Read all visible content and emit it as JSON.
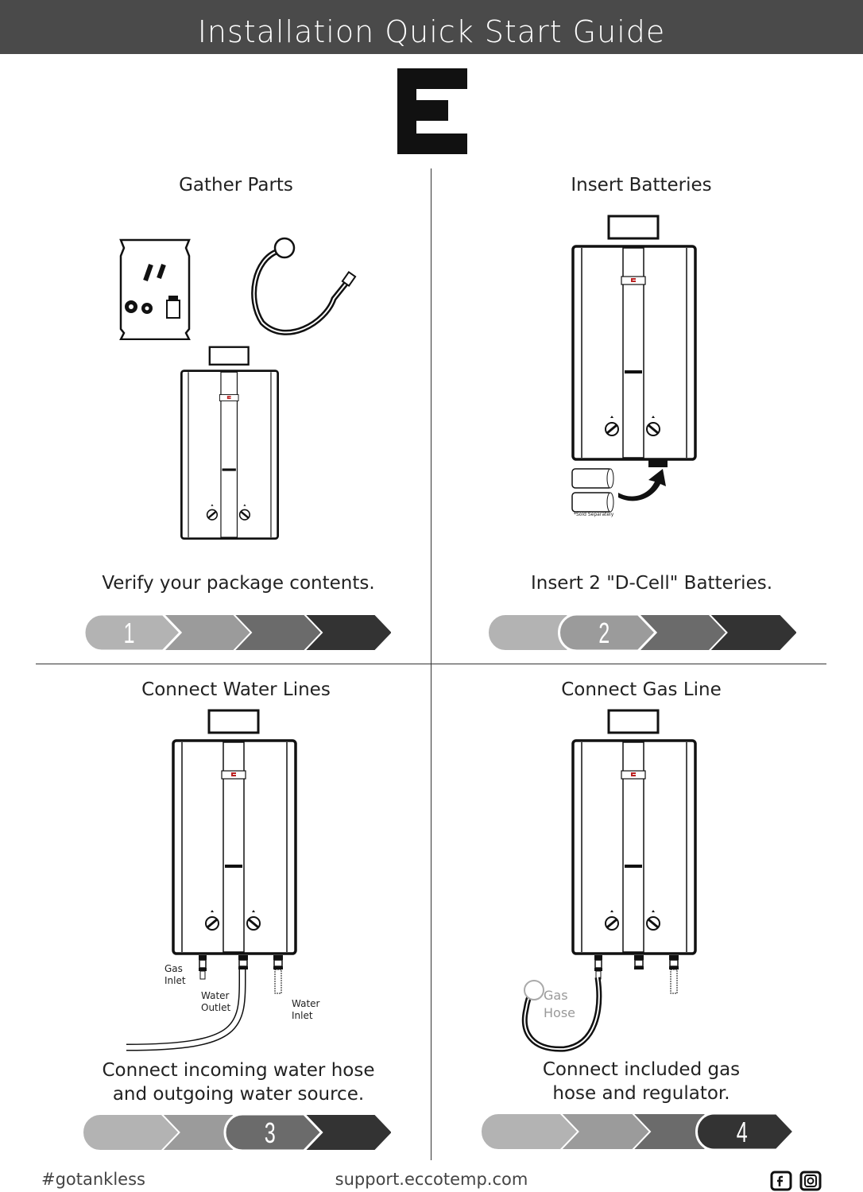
{
  "header": {
    "title": "Installation Quick Start Guide"
  },
  "steps": [
    {
      "number": "1",
      "title": "Gather Parts",
      "caption": "Verify your package contents."
    },
    {
      "number": "2",
      "title": "Insert Batteries",
      "caption": "Insert 2 \"D-Cell\" Batteries.",
      "note": "*Sold Separately"
    },
    {
      "number": "3",
      "title": "Connect Water Lines",
      "caption_line1": "Connect incoming water hose",
      "caption_line2": "and outgoing water source.",
      "labels": {
        "gas_inlet_1": "Gas",
        "gas_inlet_2": "Inlet",
        "water_outlet_1": "Water",
        "water_outlet_2": "Outlet",
        "water_inlet_1": "Water",
        "water_inlet_2": "Inlet"
      }
    },
    {
      "number": "4",
      "title": "Connect Gas Line",
      "caption_line1": "Connect included gas",
      "caption_line2": "hose and regulator.",
      "labels": {
        "gas_hose_1": "Gas",
        "gas_hose_2": "Hose"
      }
    }
  ],
  "progress": {
    "total": 4,
    "colors": [
      "#b3b3b3",
      "#9b9b9b",
      "#6b6b6b",
      "#333333"
    ]
  },
  "footer": {
    "hashtag": "#gotankless",
    "url": "support.eccotemp.com"
  }
}
